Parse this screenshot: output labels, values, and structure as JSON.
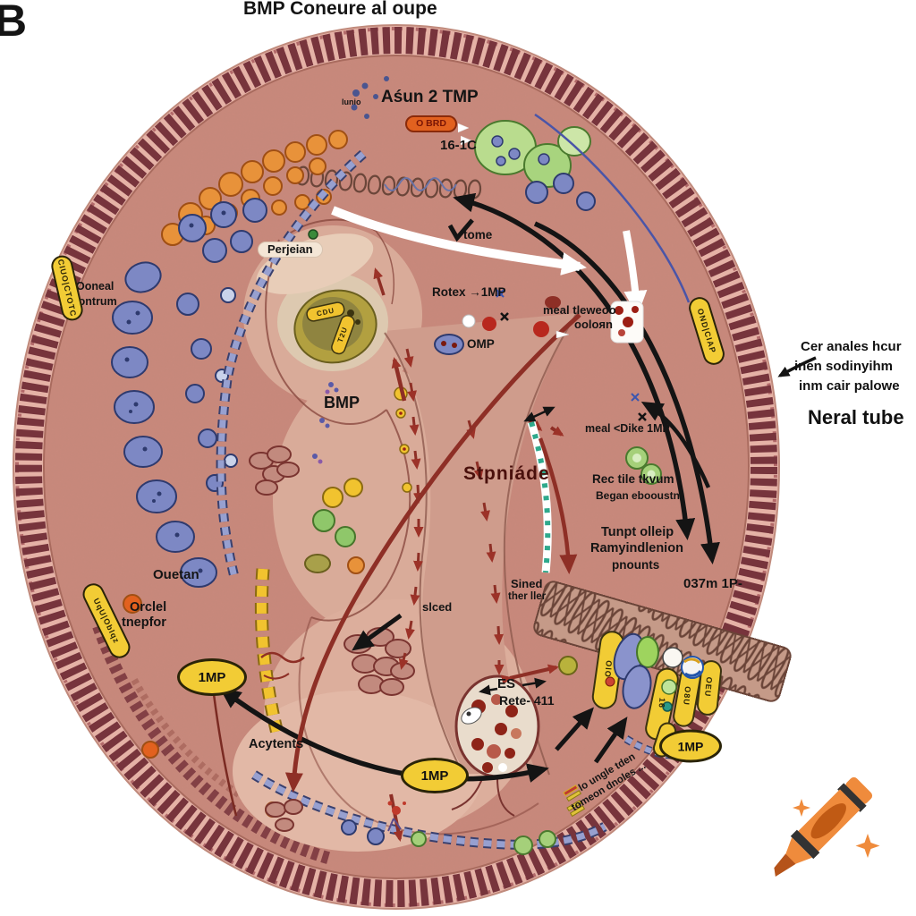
{
  "panel_letter": "B",
  "title": "BMP Coneure al oupe",
  "labels": {
    "asun": "Aśun 2 TMP",
    "lunio": "lunio",
    "obrd": "O BRD",
    "code": "16-1C",
    "perjeian": "Perjeian",
    "tome": "tome",
    "rotex": "Rotex →1MP",
    "meal_tleweoo": "meal tleweoo",
    "ooloan": "ooloяn",
    "omp": "OMP",
    "bmp": "BMP",
    "meal_dike": "meal <Dike 1MP",
    "stpniade": "Stpniáde",
    "rec_tile": "Rec tile tkvum",
    "began": "Began ebooustn",
    "tunpt": "Tunpt olleip",
    "ram": "Ramyindlenion",
    "pnounts": "pnounts",
    "sined": "Sined",
    "ther_ller": "ther ller",
    "o37m": "037m 1P-",
    "slced": "slced",
    "ooneal": "Ooneal",
    "tiontrum": "tiontrum",
    "ouetan": "Ouetan",
    "orclel": "Orclel",
    "tnepfor": "tnepfor",
    "imp": "1MP",
    "acytents": "Acytents",
    "es": "ES",
    "rete": "Rete- 411",
    "cdu": "CDU",
    "t2u": "T2U",
    "rot_line1": "lo ungle tden",
    "rot_line2": "tomeon dnoles ..."
  },
  "rim_pills": {
    "left": "CIUO|CTOTC",
    "left_lower": "UqU|Oblqz",
    "right": "OND|CIAP"
  },
  "cluster_glyphs": [
    "OlO",
    "16",
    "O8U",
    "OEU"
  ],
  "outer_annotation": {
    "line1": "Cer anales hcur",
    "line2": "inen sodinyihm",
    "line3": "inm cair palowe",
    "heading": "Neral tube"
  },
  "colors": {
    "background": "#ffffff",
    "inner_field": "#c8897c",
    "rim_band": "#e5b2a6",
    "rim_cells": "#77343c",
    "embryo_body": "#d9ab99",
    "accent_yellow": "#f2cc35",
    "accent_orange": "#e2611f",
    "arrow_dark_red": "#8e2f26",
    "cell_blue": "#7d88c4",
    "cell_orange": "#e8923a",
    "cell_green": "#9ed45e",
    "crayon_orange": "#ef8b3c"
  }
}
